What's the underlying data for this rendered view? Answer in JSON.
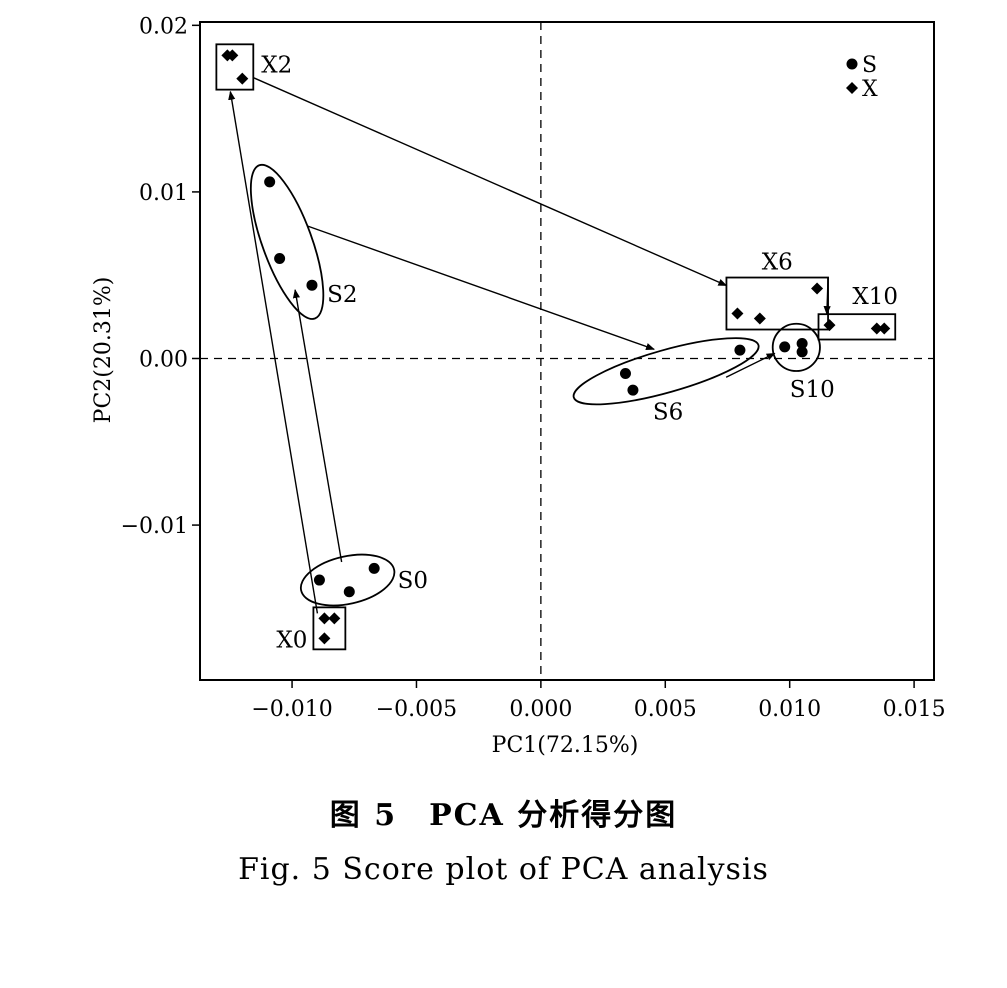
{
  "chart_data": {
    "type": "scatter",
    "xlabel": "PC1(72.15%)",
    "ylabel": "PC2(20.31%)",
    "xlim": [
      -0.0137,
      0.0158
    ],
    "ylim": [
      -0.0193,
      0.0202
    ],
    "xticks": [
      -0.01,
      -0.005,
      0.0,
      0.005,
      0.01,
      0.015
    ],
    "xtick_labels": [
      "−0.010",
      "−0.005",
      "0.000",
      "0.005",
      "0.010",
      "0.015"
    ],
    "yticks": [
      -0.01,
      0.0,
      0.01,
      0.02
    ],
    "ytick_labels": [
      "−0.01",
      "0.00",
      "0.01",
      "0.02"
    ],
    "reference_lines": {
      "x": 0,
      "y": 0,
      "style": "dashed"
    },
    "legend": {
      "placement": "top-right",
      "entries": [
        {
          "label": "S",
          "marker": "circle"
        },
        {
          "label": "X",
          "marker": "diamond"
        }
      ]
    },
    "series": [
      {
        "name": "S",
        "marker": "circle",
        "groups": [
          {
            "label": "S0",
            "points": [
              [
                -0.0089,
                -0.0133
              ],
              [
                -0.0077,
                -0.014
              ],
              [
                -0.0067,
                -0.0126
              ]
            ]
          },
          {
            "label": "S2",
            "points": [
              [
                -0.0109,
                0.0106
              ],
              [
                -0.0105,
                0.006
              ],
              [
                -0.0092,
                0.0044
              ]
            ]
          },
          {
            "label": "S6",
            "points": [
              [
                0.0034,
                -0.0009
              ],
              [
                0.0037,
                -0.0019
              ],
              [
                0.008,
                0.0005
              ]
            ]
          },
          {
            "label": "S10",
            "points": [
              [
                0.0098,
                0.0007
              ],
              [
                0.0105,
                0.0009
              ],
              [
                0.0105,
                0.0004
              ]
            ]
          }
        ]
      },
      {
        "name": "X",
        "marker": "diamond",
        "groups": [
          {
            "label": "X0",
            "points": [
              [
                -0.0087,
                -0.0156
              ],
              [
                -0.0083,
                -0.0156
              ],
              [
                -0.0087,
                -0.0168
              ]
            ]
          },
          {
            "label": "X2",
            "points": [
              [
                -0.0126,
                0.0182
              ],
              [
                -0.0124,
                0.0182
              ],
              [
                -0.012,
                0.0168
              ]
            ]
          },
          {
            "label": "X6",
            "points": [
              [
                0.0079,
                0.0027
              ],
              [
                0.0088,
                0.0024
              ],
              [
                0.0111,
                0.0042
              ]
            ]
          },
          {
            "label": "X10",
            "points": [
              [
                0.0116,
                0.002
              ],
              [
                0.0135,
                0.0018
              ],
              [
                0.0138,
                0.0018
              ]
            ]
          }
        ]
      }
    ]
  },
  "caption": {
    "cn": "图 5　PCA 分析得分图",
    "en": "Fig. 5 Score plot of PCA analysis"
  }
}
